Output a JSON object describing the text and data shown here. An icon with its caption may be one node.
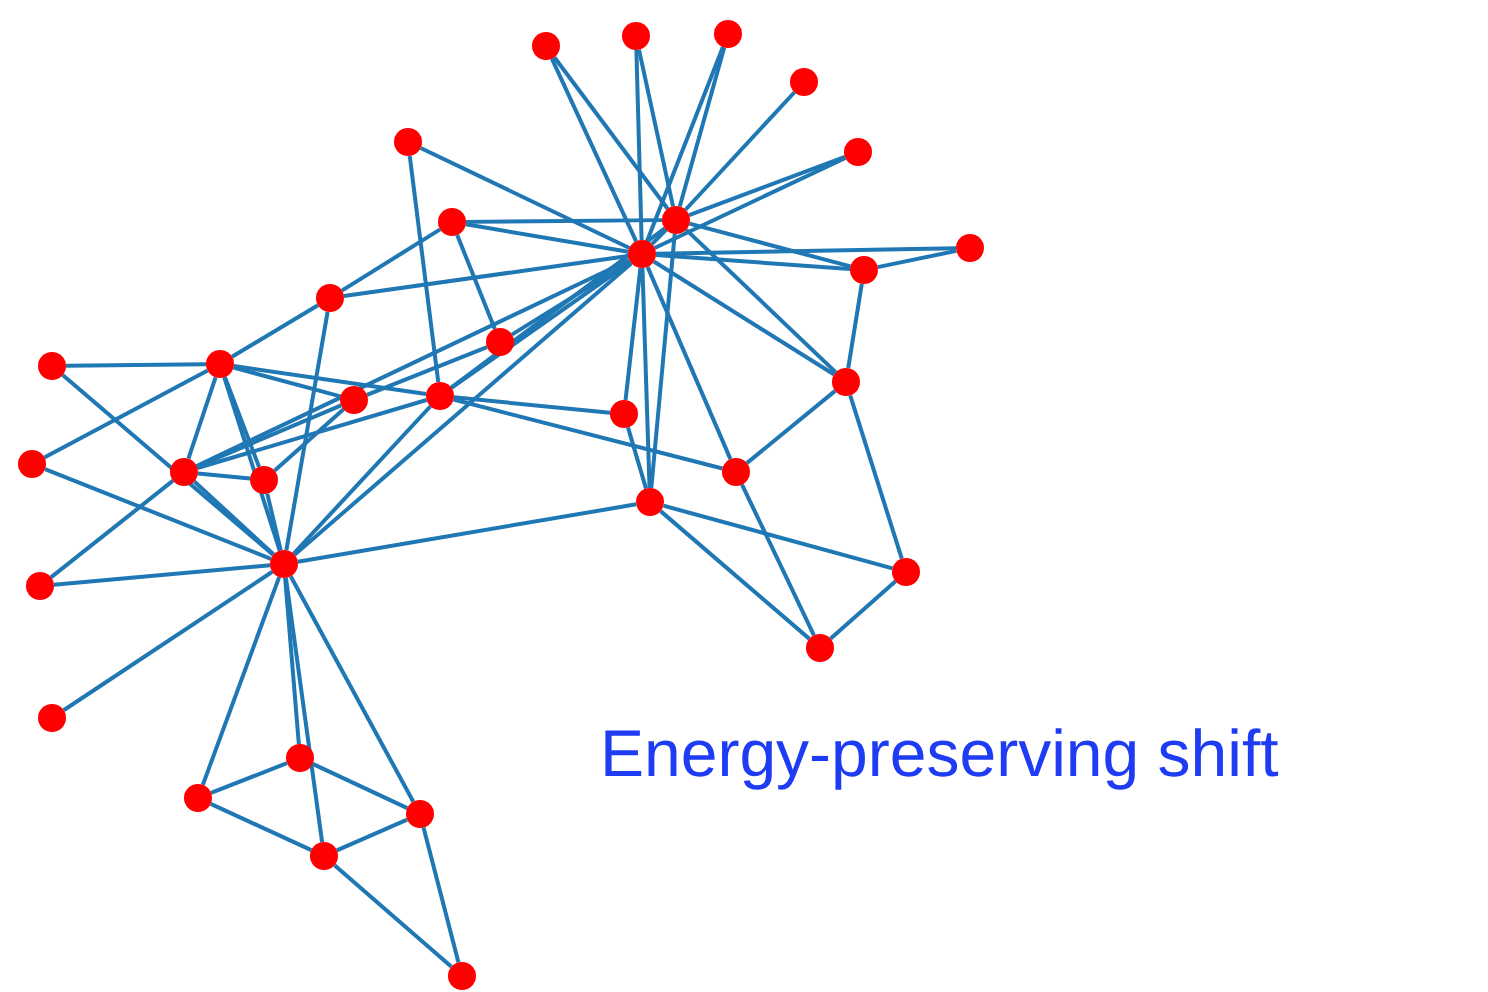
{
  "diagram": {
    "nodes": [
      {
        "text": [],
        "shape": "circle"
      },
      {
        "text": [],
        "shape": "circle"
      },
      {
        "text": [],
        "shape": "circle"
      },
      {
        "text": [],
        "shape": "circle"
      },
      {
        "text": [],
        "shape": "circle"
      },
      {
        "text": [],
        "shape": "circle"
      },
      {
        "text": [],
        "shape": "circle"
      },
      {
        "text": [],
        "shape": "circle"
      },
      {
        "text": [],
        "shape": "circle"
      },
      {
        "text": [],
        "shape": "circle"
      },
      {
        "text": [],
        "shape": "circle"
      },
      {
        "text": [],
        "shape": "circle"
      },
      {
        "text": [],
        "shape": "circle"
      },
      {
        "text": [],
        "shape": "circle"
      },
      {
        "text": [],
        "shape": "circle"
      },
      {
        "text": [],
        "shape": "circle"
      },
      {
        "text": [],
        "shape": "circle"
      },
      {
        "text": [],
        "shape": "circle"
      },
      {
        "text": [],
        "shape": "circle"
      },
      {
        "text": [],
        "shape": "circle"
      },
      {
        "text": [],
        "shape": "circle"
      },
      {
        "text": [],
        "shape": "circle"
      },
      {
        "text": [],
        "shape": "circle"
      },
      {
        "text": [],
        "shape": "circle"
      },
      {
        "text": [],
        "shape": "circle"
      },
      {
        "text": [],
        "shape": "circle"
      },
      {
        "text": [],
        "shape": "circle"
      },
      {
        "text": [],
        "shape": "circle"
      },
      {
        "text": [],
        "shape": "circle"
      },
      {
        "text": [],
        "shape": "circle"
      },
      {
        "text": [],
        "shape": "circle"
      },
      {
        "text": [],
        "shape": "circle"
      },
      {
        "text": [],
        "shape": "circle"
      },
      {
        "text": [],
        "shape": "circle"
      }
    ],
    "edges": [
      {
        "from": 0,
        "to": 7,
        "arrow": "none"
      },
      {
        "from": 0,
        "to": 6,
        "arrow": "none"
      },
      {
        "from": 1,
        "to": 7,
        "arrow": "none"
      },
      {
        "from": 1,
        "to": 6,
        "arrow": "none"
      },
      {
        "from": 2,
        "to": 6,
        "arrow": "none"
      },
      {
        "from": 2,
        "to": 7,
        "arrow": "none"
      },
      {
        "from": 3,
        "to": 6,
        "arrow": "none"
      },
      {
        "from": 4,
        "to": 6,
        "arrow": "none"
      },
      {
        "from": 4,
        "to": 7,
        "arrow": "none"
      },
      {
        "from": 5,
        "to": 7,
        "arrow": "none"
      },
      {
        "from": 5,
        "to": 17,
        "arrow": "none"
      },
      {
        "from": 8,
        "to": 6,
        "arrow": "none"
      },
      {
        "from": 8,
        "to": 7,
        "arrow": "none"
      },
      {
        "from": 8,
        "to": 12,
        "arrow": "none"
      },
      {
        "from": 8,
        "to": 11,
        "arrow": "none"
      },
      {
        "from": 7,
        "to": 11,
        "arrow": "none"
      },
      {
        "from": 6,
        "to": 7,
        "arrow": "none"
      },
      {
        "from": 6,
        "to": 10,
        "arrow": "none"
      },
      {
        "from": 7,
        "to": 10,
        "arrow": "none"
      },
      {
        "from": 7,
        "to": 9,
        "arrow": "none"
      },
      {
        "from": 9,
        "to": 10,
        "arrow": "none"
      },
      {
        "from": 6,
        "to": 13,
        "arrow": "none"
      },
      {
        "from": 7,
        "to": 13,
        "arrow": "none"
      },
      {
        "from": 10,
        "to": 13,
        "arrow": "none"
      },
      {
        "from": 7,
        "to": 12,
        "arrow": "none"
      },
      {
        "from": 7,
        "to": 17,
        "arrow": "none"
      },
      {
        "from": 6,
        "to": 17,
        "arrow": "none"
      },
      {
        "from": 7,
        "to": 24,
        "arrow": "none"
      },
      {
        "from": 7,
        "to": 18,
        "arrow": "none"
      },
      {
        "from": 7,
        "to": 23,
        "arrow": "none"
      },
      {
        "from": 6,
        "to": 23,
        "arrow": "none"
      },
      {
        "from": 7,
        "to": 22,
        "arrow": "none"
      },
      {
        "from": 13,
        "to": 22,
        "arrow": "none"
      },
      {
        "from": 13,
        "to": 25,
        "arrow": "none"
      },
      {
        "from": 17,
        "to": 18,
        "arrow": "none"
      },
      {
        "from": 17,
        "to": 22,
        "arrow": "none"
      },
      {
        "from": 18,
        "to": 23,
        "arrow": "none"
      },
      {
        "from": 23,
        "to": 24,
        "arrow": "none"
      },
      {
        "from": 23,
        "to": 25,
        "arrow": "none"
      },
      {
        "from": 23,
        "to": 27,
        "arrow": "none"
      },
      {
        "from": 22,
        "to": 27,
        "arrow": "none"
      },
      {
        "from": 25,
        "to": 27,
        "arrow": "none"
      },
      {
        "from": 14,
        "to": 15,
        "arrow": "none"
      },
      {
        "from": 14,
        "to": 24,
        "arrow": "none"
      },
      {
        "from": 15,
        "to": 11,
        "arrow": "none"
      },
      {
        "from": 15,
        "to": 19,
        "arrow": "none"
      },
      {
        "from": 15,
        "to": 20,
        "arrow": "none"
      },
      {
        "from": 15,
        "to": 21,
        "arrow": "none"
      },
      {
        "from": 15,
        "to": 24,
        "arrow": "none"
      },
      {
        "from": 15,
        "to": 16,
        "arrow": "none"
      },
      {
        "from": 15,
        "to": 17,
        "arrow": "none"
      },
      {
        "from": 11,
        "to": 24,
        "arrow": "none"
      },
      {
        "from": 16,
        "to": 20,
        "arrow": "none"
      },
      {
        "from": 16,
        "to": 21,
        "arrow": "none"
      },
      {
        "from": 17,
        "to": 20,
        "arrow": "none"
      },
      {
        "from": 20,
        "to": 7,
        "arrow": "none"
      },
      {
        "from": 16,
        "to": 12,
        "arrow": "none"
      },
      {
        "from": 17,
        "to": 24,
        "arrow": "none"
      },
      {
        "from": 19,
        "to": 24,
        "arrow": "none"
      },
      {
        "from": 20,
        "to": 24,
        "arrow": "none"
      },
      {
        "from": 20,
        "to": 21,
        "arrow": "none"
      },
      {
        "from": 21,
        "to": 24,
        "arrow": "none"
      },
      {
        "from": 26,
        "to": 24,
        "arrow": "none"
      },
      {
        "from": 26,
        "to": 20,
        "arrow": "none"
      },
      {
        "from": 28,
        "to": 24,
        "arrow": "none"
      },
      {
        "from": 24,
        "to": 30,
        "arrow": "none"
      },
      {
        "from": 24,
        "to": 29,
        "arrow": "none"
      },
      {
        "from": 24,
        "to": 32,
        "arrow": "none"
      },
      {
        "from": 24,
        "to": 31,
        "arrow": "none"
      },
      {
        "from": 30,
        "to": 29,
        "arrow": "none"
      },
      {
        "from": 30,
        "to": 32,
        "arrow": "none"
      },
      {
        "from": 29,
        "to": 31,
        "arrow": "none"
      },
      {
        "from": 31,
        "to": 32,
        "arrow": "none"
      },
      {
        "from": 32,
        "to": 33,
        "arrow": "none"
      },
      {
        "from": 31,
        "to": 33,
        "arrow": "none"
      }
    ],
    "labels": [
      "Energy-preserving shift"
    ]
  }
}
